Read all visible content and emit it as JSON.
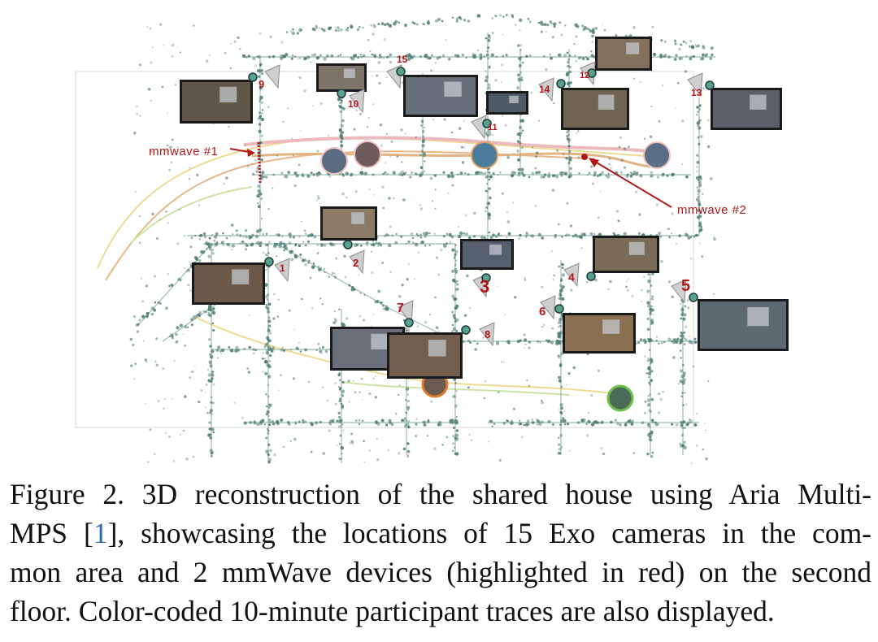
{
  "figure": {
    "mmwave_labels": [
      "mmwave #1",
      "mmwave #2"
    ],
    "camera_labels": [
      "1",
      "2",
      "3",
      "4",
      "5",
      "6",
      "7",
      "8",
      "9",
      "10",
      "11",
      "12",
      "13",
      "14",
      "15"
    ],
    "colors": {
      "points": "#4f7f74",
      "camera_marker": "#5aa08e",
      "highlight": "#b01818",
      "trace_orange": "#e0a060",
      "trace_yellow": "#e8d070",
      "trace_pink": "#e6a2a8",
      "trace_green": "#bcd98a"
    }
  },
  "caption": {
    "line1": "Figure 2. 3D reconstruction of the shared house using Aria Multi-",
    "line2_pre": "MPS [",
    "line2_cite": "1",
    "line2_post": "], showcasing the locations of 15 Exo cameras in the com-",
    "line3": "mon area and 2 mmWave devices (highlighted in red) on the second",
    "line4": "floor. Color-coded 10-minute participant traces are also displayed."
  }
}
